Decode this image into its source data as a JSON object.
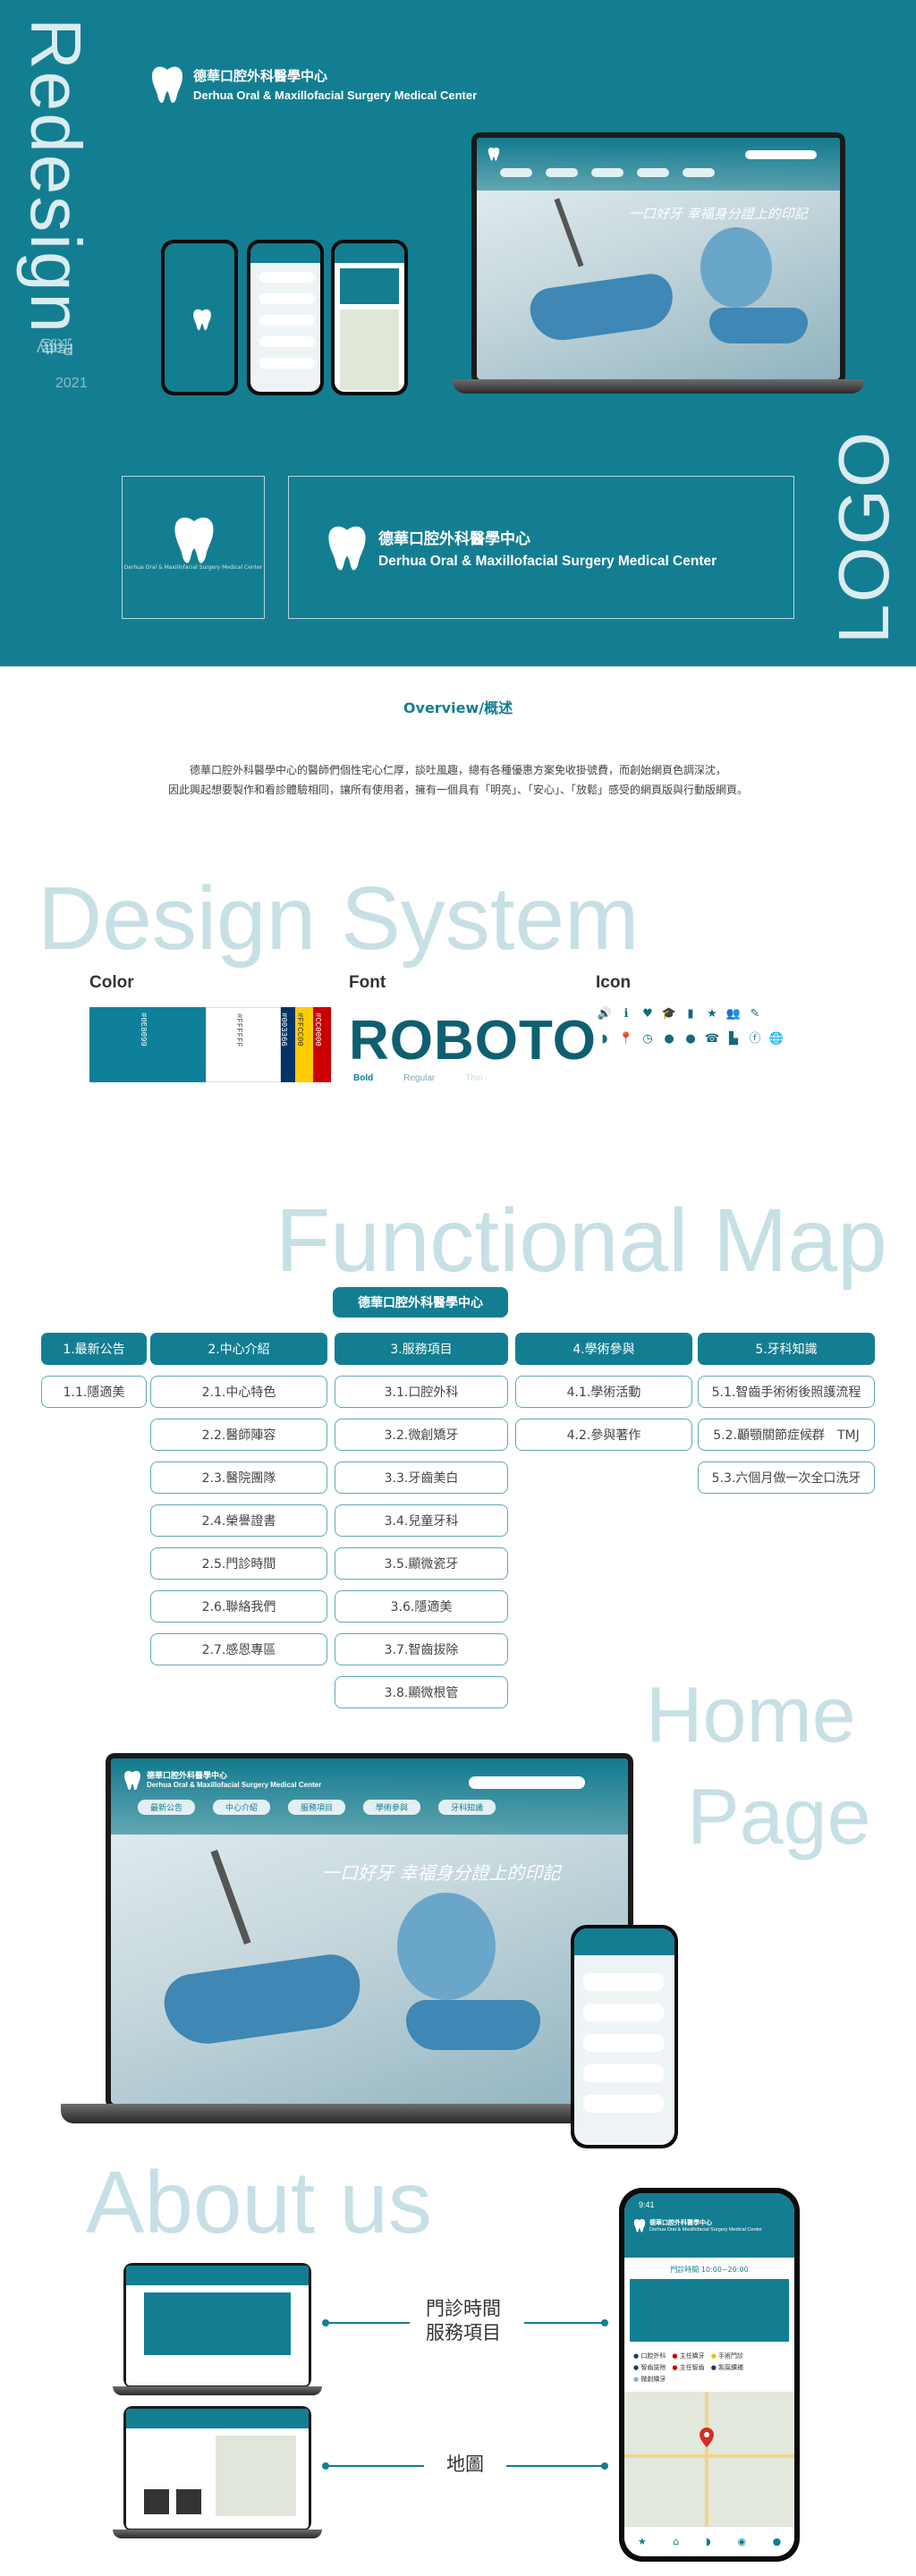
{
  "hero": {
    "redesign": "Redesign",
    "author_zh": "張庭",
    "author_en": "Patty",
    "year": "2021",
    "brand_zh": "德華口腔外科醫學中心",
    "brand_en": "Derhua Oral & Maxillofacial Surgery Medical Center",
    "logo_label": "LOGO",
    "tagline": "一口好牙 幸福身分證上的印記"
  },
  "overview": {
    "title": "Overview/概述",
    "line1": "德華口腔外科醫學中心的醫師們個性宅心仁厚，談吐風趣，總有各種優惠方案免收掛號費，而創始網頁色調深沈，",
    "line2": "因此興起想要製作和看診體驗相同，讓所有使用者，擁有一個具有「明亮」、「安心」、「放鬆」感受的網頁版與行動版網頁。"
  },
  "design_system": {
    "title": "Design System",
    "color_label": "Color",
    "font_label": "Font",
    "icon_label": "Icon",
    "colors": [
      {
        "hex": "#0E8099",
        "label": "#0E8099"
      },
      {
        "hex": "#FFFFFF",
        "label": "#FFFFFF"
      },
      {
        "hex": "#003366",
        "label": "#003366"
      },
      {
        "hex": "#FFCC00",
        "label": "#FFCC00"
      },
      {
        "hex": "#CC0000",
        "label": "#CC0000"
      }
    ],
    "font_name": "ROBOTO",
    "weights": [
      "Bold",
      "Regular",
      "Thin"
    ]
  },
  "functional_map": {
    "title": "Functional Map",
    "root": "德華口腔外科醫學中心",
    "columns": [
      {
        "head": "1.最新公告",
        "items": [
          "1.1.隱適美"
        ]
      },
      {
        "head": "2.中心介紹",
        "items": [
          "2.1.中心特色",
          "2.2.醫師陣容",
          "2.3.醫院團隊",
          "2.4.榮譽證書",
          "2.5.門診時間",
          "2.6.聯絡我們",
          "2.7.感恩專區"
        ]
      },
      {
        "head": "3.服務項目",
        "items": [
          "3.1.口腔外科",
          "3.2.微創矯牙",
          "3.3.牙齒美白",
          "3.4.兒童牙科",
          "3.5.顯微瓷牙",
          "3.6.隱適美",
          "3.7.智齒拔除",
          "3.8.顯微根管"
        ]
      },
      {
        "head": "4.學術參與",
        "items": [
          "4.1.學術活動",
          "4.2.參與著作"
        ]
      },
      {
        "head": "5.牙科知識",
        "items": [
          "5.1.智齒手術術後照護流程",
          "5.2.顳顎關節症候群　TMJ",
          "5.3.六個月做一次全口洗牙"
        ]
      }
    ]
  },
  "home_page": {
    "title_line1": "Home",
    "title_line2": "Page",
    "nav": [
      "最新公告",
      "中心介紹",
      "服務項目",
      "學術參與",
      "牙科知識"
    ]
  },
  "about_us": {
    "title": "About us",
    "label1_line1": "門診時間",
    "label1_line2": "服務項目",
    "label2": "地圖",
    "phone_time": "9:41",
    "phone_clinic_hours": "門診時間 10:00~20:00",
    "legend": [
      "口腔外科",
      "主任矯牙",
      "手術門診",
      "智齒拔除",
      "主任智齒",
      "製腐鑽補",
      "微創矯牙"
    ]
  }
}
